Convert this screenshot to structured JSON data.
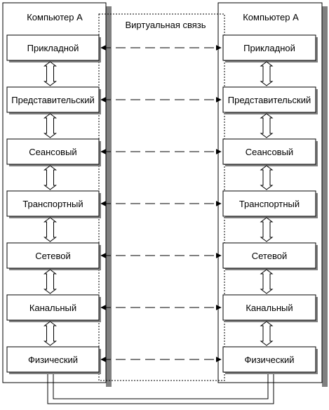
{
  "left_computer": {
    "title": "Компьютер А"
  },
  "right_computer": {
    "title": "Компьютер А"
  },
  "virtual_link": {
    "label": "Виртуальная связь"
  },
  "layers": [
    {
      "id": "application",
      "label": "Прикладной"
    },
    {
      "id": "presentation",
      "label": "Представительский"
    },
    {
      "id": "session",
      "label": "Сеансовый"
    },
    {
      "id": "transport",
      "label": "Транспортный"
    },
    {
      "id": "network",
      "label": "Сетевой"
    },
    {
      "id": "datalink",
      "label": "Канальный"
    },
    {
      "id": "physical",
      "label": "Физический"
    }
  ],
  "colors": {
    "line": "#000000",
    "box_fill": "#ffffff",
    "shadow": "#808080",
    "background": "#ffffff"
  }
}
